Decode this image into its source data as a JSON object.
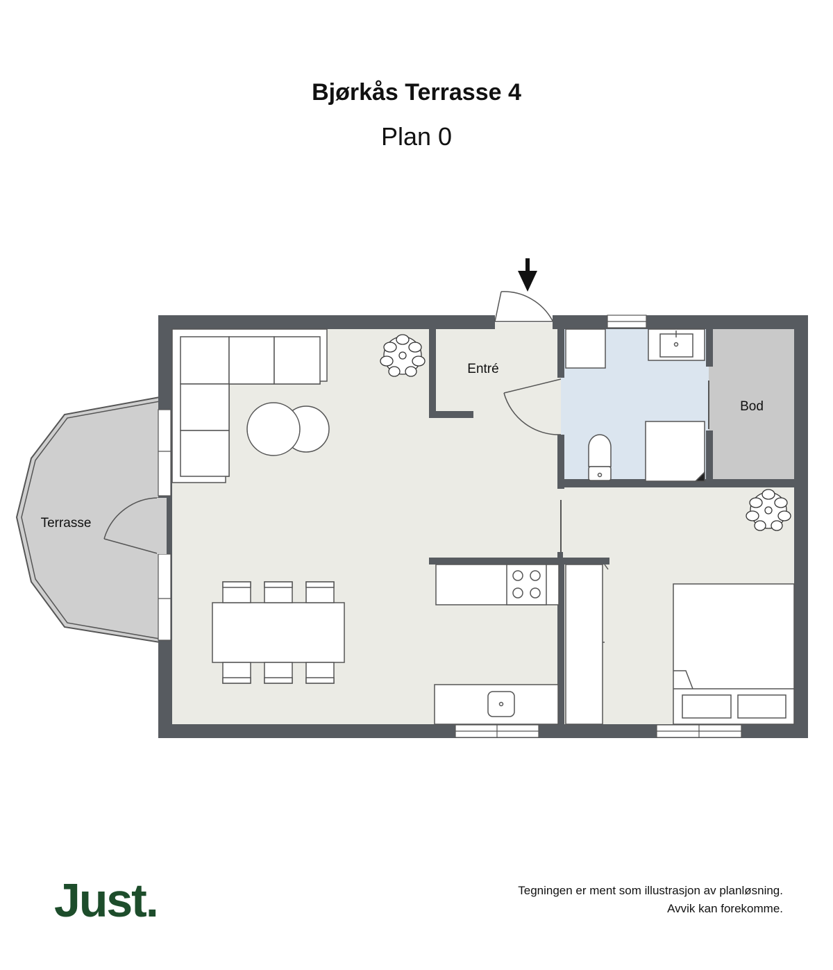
{
  "header": {
    "title": "Bjørkås Terrasse 4",
    "subtitle": "Plan 0"
  },
  "rooms": {
    "entre": "Entré",
    "bod": "Bod",
    "terrasse": "Terrasse"
  },
  "footer": {
    "logo": "Just.",
    "disclaimer_line1": "Tegningen er ment som illustrasjon av planløsning.",
    "disclaimer_line2": "Avvik kan forekomme."
  },
  "colors": {
    "wall": "#575b60",
    "floor": "#ebebe5",
    "bathroom": "#dbe5ef",
    "storage": "#c9c9c9",
    "terrace": "#cfcfcf",
    "brand": "#1d4d2b"
  }
}
